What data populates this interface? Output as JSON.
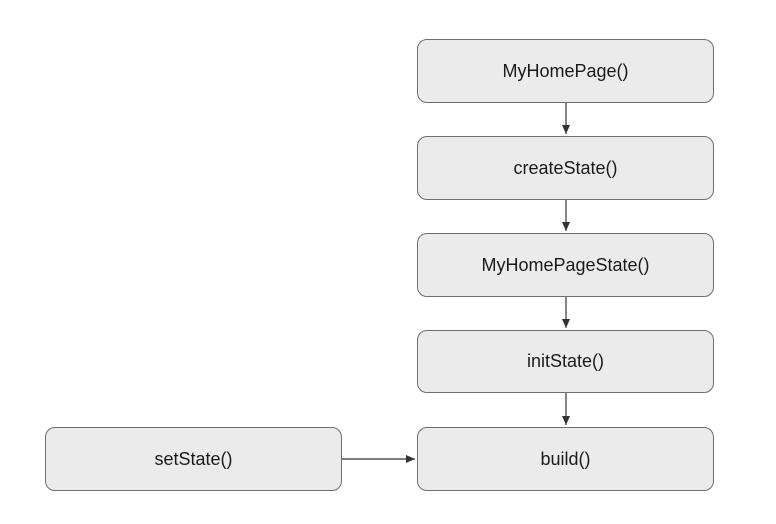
{
  "diagram": {
    "nodes": {
      "my_home_page": "MyHomePage()",
      "create_state": "createState()",
      "my_home_page_state": "MyHomePageState()",
      "init_state": "initState()",
      "build": "build()",
      "set_state": "setState()"
    },
    "edges": [
      {
        "from": "my_home_page",
        "to": "create_state"
      },
      {
        "from": "create_state",
        "to": "my_home_page_state"
      },
      {
        "from": "my_home_page_state",
        "to": "init_state"
      },
      {
        "from": "init_state",
        "to": "build"
      },
      {
        "from": "set_state",
        "to": "build"
      }
    ],
    "colors": {
      "node_fill": "#ebebeb",
      "node_border": "#6e6e6e",
      "edge": "#333333",
      "text": "#1a1a1a"
    }
  }
}
